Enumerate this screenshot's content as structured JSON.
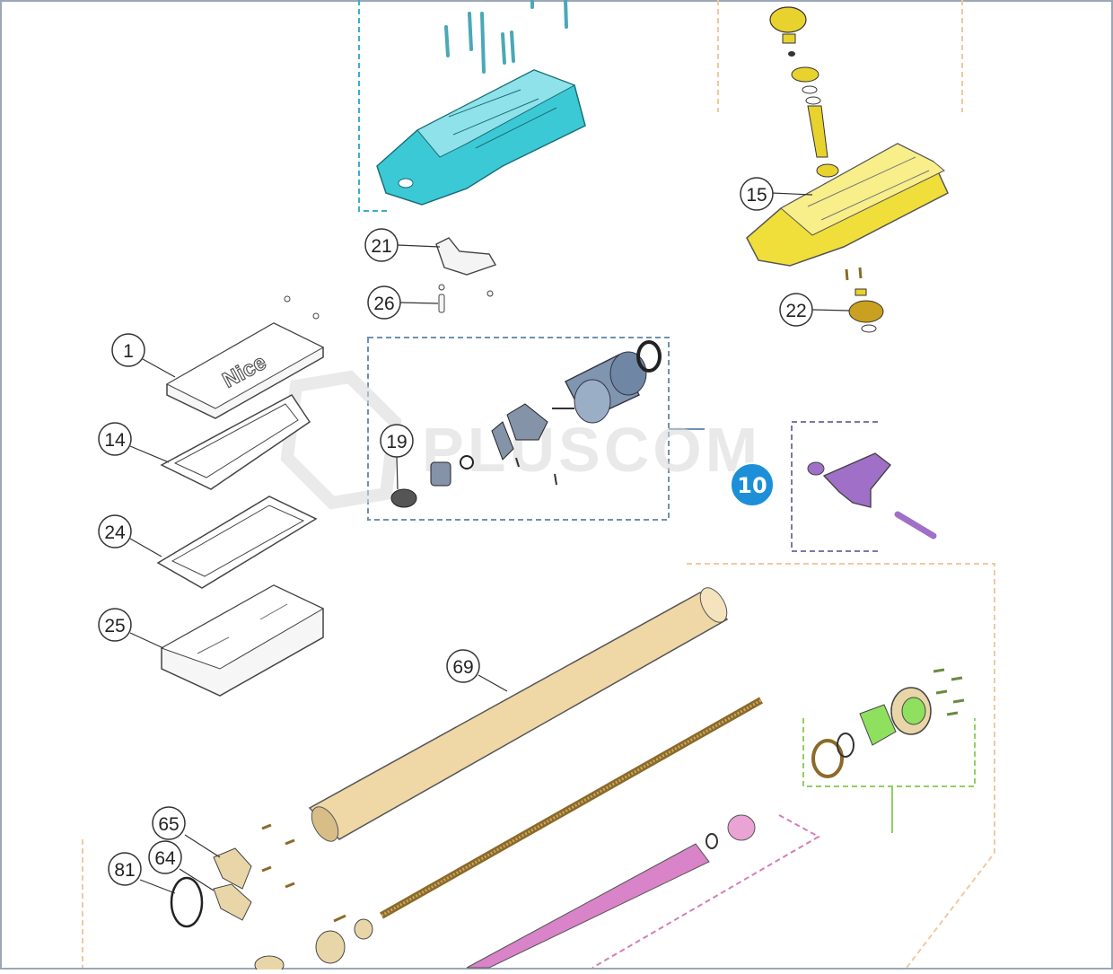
{
  "watermark": "PLUSCOM",
  "cover_logo": "Nice",
  "highlight_badge": "10",
  "callouts": [
    {
      "id": "1",
      "label": "1"
    },
    {
      "id": "14",
      "label": "14"
    },
    {
      "id": "24",
      "label": "24"
    },
    {
      "id": "25",
      "label": "25"
    },
    {
      "id": "21",
      "label": "21"
    },
    {
      "id": "26",
      "label": "26"
    },
    {
      "id": "19",
      "label": "19"
    },
    {
      "id": "15",
      "label": "15"
    },
    {
      "id": "22",
      "label": "22"
    },
    {
      "id": "69",
      "label": "69"
    },
    {
      "id": "65",
      "label": "65"
    },
    {
      "id": "64",
      "label": "64"
    },
    {
      "id": "81",
      "label": "81"
    }
  ],
  "colors": {
    "cyan_housing": "#3cc9d6",
    "yellow_housing": "#f0df3a",
    "purple_bracket": "#a070c8",
    "green_bushing": "#90e060",
    "beige_tube": "#efd7a6",
    "pink_rod": "#d983c8",
    "motor_blue": "#7f95b0",
    "badge_blue": "#1c8fd8"
  }
}
